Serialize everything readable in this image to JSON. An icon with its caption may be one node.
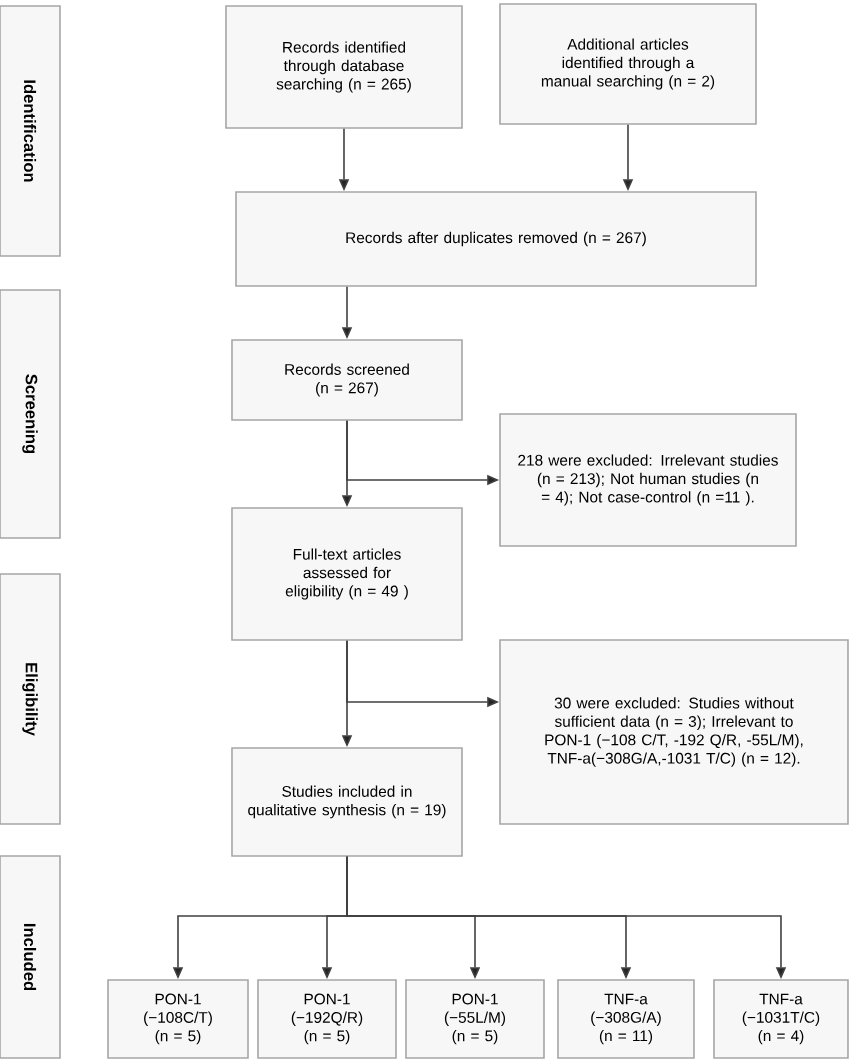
{
  "diagram": {
    "nodes": [
      {
        "text": [
          "Identification"
        ]
      },
      {
        "text": [
          "Screening"
        ]
      },
      {
        "text": [
          "Eligibility"
        ]
      },
      {
        "text": [
          "Included"
        ]
      },
      {
        "text": [
          "Records identified through database searching (n = 265)"
        ]
      },
      {
        "text": [
          "Additional articles identified through a manual searching (n = 2)"
        ]
      },
      {
        "text": [
          "Records after duplicates removed (n = 267)"
        ]
      },
      {
        "text": [
          "Records screened (n = 267)"
        ]
      },
      {
        "text": [
          "218 were excluded: Irrelevant studies (n = 213); Not human studies (n = 4); Not case-control (n =11 )."
        ]
      },
      {
        "text": [
          "Full-text articles assessed for eligibility (n = 49 )"
        ]
      },
      {
        "text": [
          "30 were excluded: Studies without sufficient data (n = 3); Irrelevant to PON-1 (−108 C/T, -192 Q/R, -55L/M), TNF-a(−308G/A,-1031 T/C) (n = 12)."
        ]
      },
      {
        "text": [
          "Studies included in qualitative synthesis (n = 19)"
        ]
      },
      {
        "text": [
          "PON-1 (−108C/T) (n = 5)"
        ]
      },
      {
        "text": [
          "PON-1 (−192Q/R) (n = 5)"
        ]
      },
      {
        "text": [
          "PON-1 (−55L/M) (n = 5)"
        ]
      },
      {
        "text": [
          "TNF-a (−308G/A) (n = 11)"
        ]
      },
      {
        "text": [
          "TNF-a (−1031T/C) (n = 4)"
        ]
      }
    ],
    "edges": [
      {
        "from": 4,
        "to": 6,
        "arrow": "to"
      },
      {
        "from": 5,
        "to": 6,
        "arrow": "to"
      },
      {
        "from": 6,
        "to": 7,
        "arrow": "to"
      },
      {
        "from": 7,
        "to": 8,
        "arrow": "to"
      },
      {
        "from": 7,
        "to": 9,
        "arrow": "to"
      },
      {
        "from": 9,
        "to": 10,
        "arrow": "to"
      },
      {
        "from": 9,
        "to": 11,
        "arrow": "to"
      },
      {
        "from": 11,
        "to": 12,
        "arrow": "to"
      },
      {
        "from": 11,
        "to": 13,
        "arrow": "to"
      },
      {
        "from": 11,
        "to": 14,
        "arrow": "to"
      },
      {
        "from": 11,
        "to": 15,
        "arrow": "to"
      },
      {
        "from": 11,
        "to": 16,
        "arrow": "to"
      }
    ]
  }
}
